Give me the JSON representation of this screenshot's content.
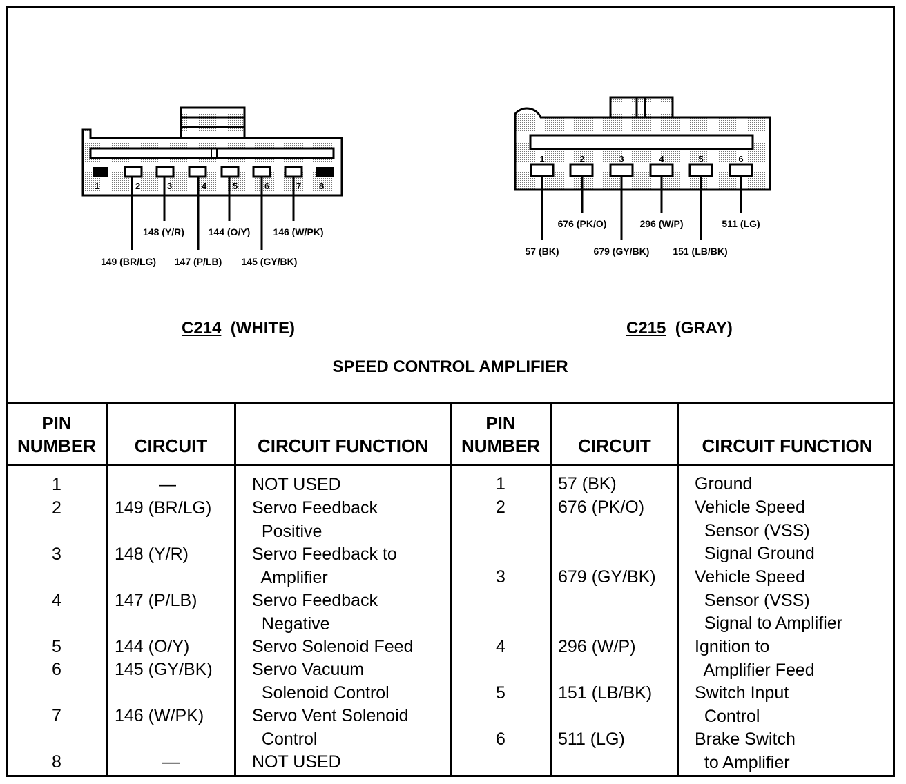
{
  "connectors": {
    "c214": {
      "id": "C214",
      "color": "(WHITE)",
      "pin_numbers": [
        "1",
        "2",
        "3",
        "4",
        "5",
        "6",
        "7",
        "8"
      ],
      "wire_labels": [
        "149 (BR/LG)",
        "148 (Y/R)",
        "147 (P/LB)",
        "144 (O/Y)",
        "145 (GY/BK)",
        "146 (W/PK)"
      ]
    },
    "c215": {
      "id": "C215",
      "color": "(GRAY)",
      "pin_numbers": [
        "1",
        "2",
        "3",
        "4",
        "5",
        "6"
      ],
      "wire_labels": [
        "57 (BK)",
        "676 (PK/O)",
        "679 (GY/BK)",
        "296 (W/P)",
        "151 (LB/BK)",
        "511 (LG)"
      ]
    },
    "component": "SPEED CONTROL AMPLIFIER"
  },
  "table": {
    "headers": [
      "PIN\nNUMBER",
      "CIRCUIT",
      "CIRCUIT FUNCTION"
    ],
    "left": [
      {
        "pin": "1",
        "circuit": "—",
        "function": "NOT USED"
      },
      {
        "pin": "2",
        "circuit": "149 (BR/LG)",
        "function": "Servo Feedback\n  Positive"
      },
      {
        "pin": "3",
        "circuit": "148 (Y/R)",
        "function": "Servo Feedback to\n  Amplifier"
      },
      {
        "pin": "4",
        "circuit": "147 (P/LB)",
        "function": "Servo Feedback\n  Negative"
      },
      {
        "pin": "5",
        "circuit": "144 (O/Y)",
        "function": "Servo Solenoid Feed"
      },
      {
        "pin": "6",
        "circuit": "145 (GY/BK)",
        "function": "Servo Vacuum\n  Solenoid Control"
      },
      {
        "pin": "7",
        "circuit": "146 (W/PK)",
        "function": "Servo Vent Solenoid\n  Control"
      },
      {
        "pin": "8",
        "circuit": "—",
        "function": "NOT USED"
      }
    ],
    "right": [
      {
        "pin": "1",
        "circuit": "57 (BK)",
        "function": "Ground"
      },
      {
        "pin": "2",
        "circuit": "676 (PK/O)",
        "function": "Vehicle Speed\n  Sensor (VSS)\n  Signal Ground"
      },
      {
        "pin": "3",
        "circuit": "679 (GY/BK)",
        "function": "Vehicle Speed\n  Sensor (VSS)\n  Signal to Amplifier"
      },
      {
        "pin": "4",
        "circuit": "296 (W/P)",
        "function": "Ignition to\n  Amplifier Feed"
      },
      {
        "pin": "5",
        "circuit": "151 (LB/BK)",
        "function": "Switch Input\n  Control"
      },
      {
        "pin": "6",
        "circuit": "511 (LG)",
        "function": "Brake Switch\n  to Amplifier"
      }
    ]
  }
}
